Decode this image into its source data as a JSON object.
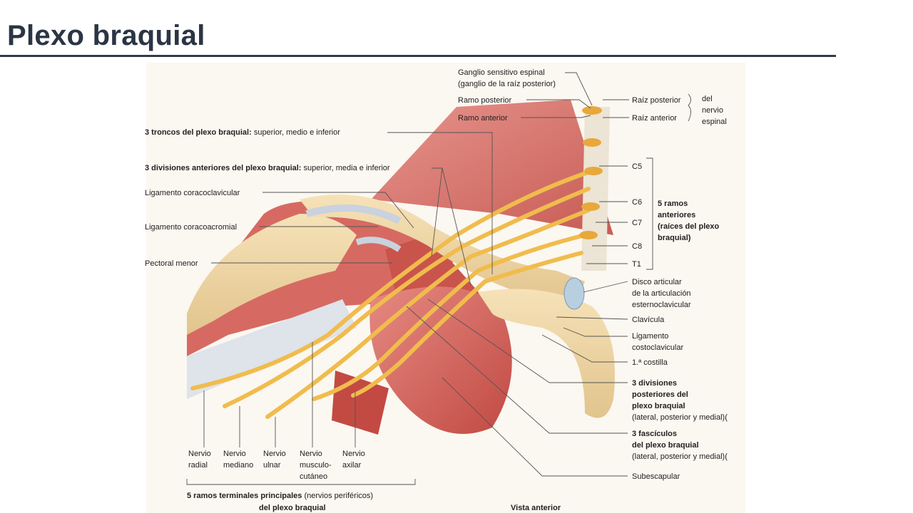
{
  "slide": {
    "title": "Plexo braquial"
  },
  "figure": {
    "labels": {
      "ganglio_1": "Ganglio sensitivo espinal",
      "ganglio_2": "(ganglio de la raíz posterior)",
      "ramo_posterior": "Ramo posterior",
      "ramo_anterior": "Ramo anterior",
      "raiz_posterior": "Raíz posterior",
      "raiz_anterior": "Raíz anterior",
      "nervio_espinal_1": "del",
      "nervio_espinal_2": "nervio",
      "nervio_espinal_3": "espinal",
      "troncos_bold": "3 troncos del plexo braquial:",
      "troncos_rest": " superior, medio e inferior",
      "div_ant_bold": "3 divisiones anteriores del plexo braquial:",
      "div_ant_rest": " superior, media e inferior",
      "lig_coracoclavicular": "Ligamento coracoclavicular",
      "lig_coracoacromial": "Ligamento coracoacromial",
      "pectoral_menor": "Pectoral menor",
      "c5": "C5",
      "c6": "C6",
      "c7": "C7",
      "c8": "C8",
      "t1": "T1",
      "ramos_ant_1": "5 ramos",
      "ramos_ant_2": "anteriores",
      "ramos_ant_3": "(raíces del plexo",
      "ramos_ant_4": "braquial)",
      "disco_1": "Disco articular",
      "disco_2": "de la articulación",
      "disco_3": "esternoclavicular",
      "clavicula": "Clavícula",
      "lig_costo_1": "Ligamento",
      "lig_costo_2": "costoclavicular",
      "costilla": "1.ª costilla",
      "div_post_1": "3 divisiones",
      "div_post_2": "posteriores del",
      "div_post_3": "plexo braquial",
      "div_post_4": "(lateral, posterior y medial)(",
      "fasc_1": "3 fascículos",
      "fasc_2": "del plexo braquial",
      "fasc_3": "(lateral, posterior y medial)(",
      "subescapular": "Subescapular",
      "n_radial_1": "Nervio",
      "n_radial_2": "radial",
      "n_mediano_1": "Nervio",
      "n_mediano_2": "mediano",
      "n_ulnar_1": "Nervio",
      "n_ulnar_2": "ulnar",
      "n_muscu_1": "Nervio",
      "n_muscu_2": "musculo-",
      "n_muscu_3": "cutáneo",
      "n_axilar_1": "Nervio",
      "n_axilar_2": "axilar",
      "ramos_term_bold": "5 ramos terminales principales",
      "ramos_term_rest": " (nervios periféricos)",
      "ramos_term_3": "del plexo braquial",
      "vista": "Vista anterior"
    }
  }
}
